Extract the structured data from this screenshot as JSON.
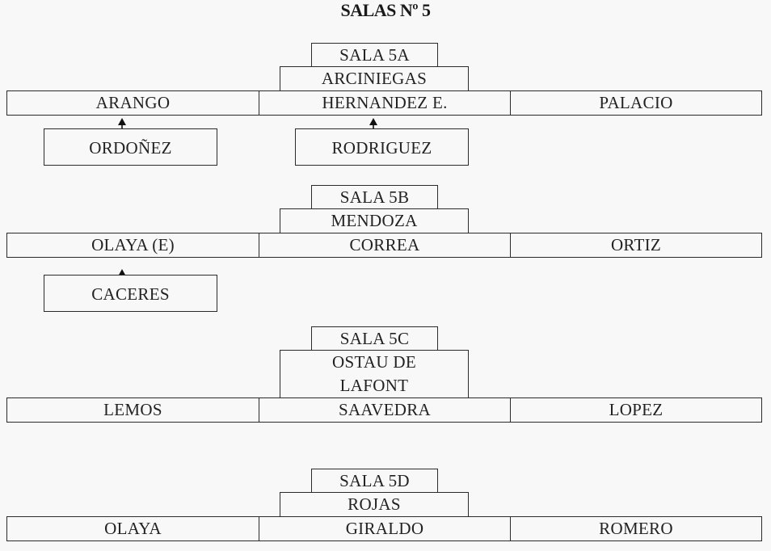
{
  "title": "SALAS Nº 5",
  "sections": [
    {
      "sala": "SALA 5A",
      "head": "ARCINIEGAS",
      "row": [
        "ARANGO",
        "HERNANDEZ E.",
        "PALACIO"
      ],
      "subs": [
        {
          "label": "ORDOÑEZ",
          "points_to": "ARANGO"
        },
        {
          "label": "RODRIGUEZ",
          "points_to": "HERNANDEZ E."
        }
      ]
    },
    {
      "sala": "SALA 5B",
      "head": "MENDOZA",
      "row": [
        "OLAYA (E)",
        "CORREA",
        "ORTIZ"
      ],
      "subs": [
        {
          "label": "CACERES",
          "points_to": "OLAYA (E)"
        }
      ]
    },
    {
      "sala": "SALA 5C",
      "head_lines": [
        "OSTAU DE",
        "LAFONT"
      ],
      "row": [
        "LEMOS",
        "SAAVEDRA",
        "LOPEZ"
      ],
      "subs": []
    },
    {
      "sala": "SALA 5D",
      "head": "ROJAS",
      "row": [
        "OLAYA",
        "GIRALDO",
        "ROMERO"
      ],
      "subs": []
    }
  ]
}
